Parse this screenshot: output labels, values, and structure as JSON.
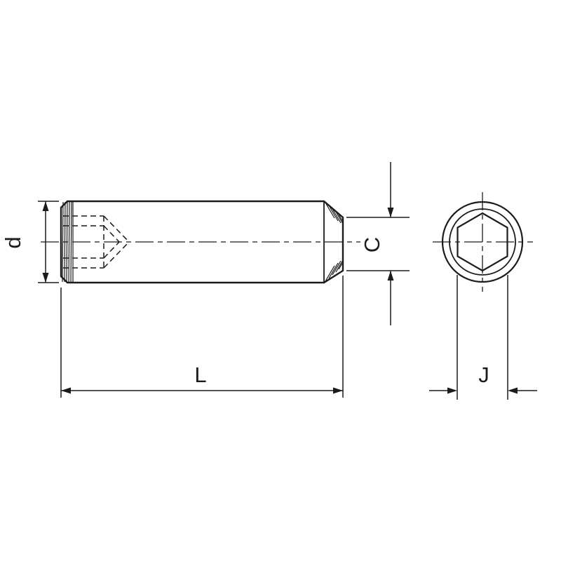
{
  "drawing": {
    "labels": {
      "thread_diameter": "d",
      "overall_length": "L",
      "cup_diameter": "C",
      "hex_socket_size": "J"
    },
    "colors": {
      "line": "#1b1b1b",
      "background": "#ffffff"
    }
  }
}
